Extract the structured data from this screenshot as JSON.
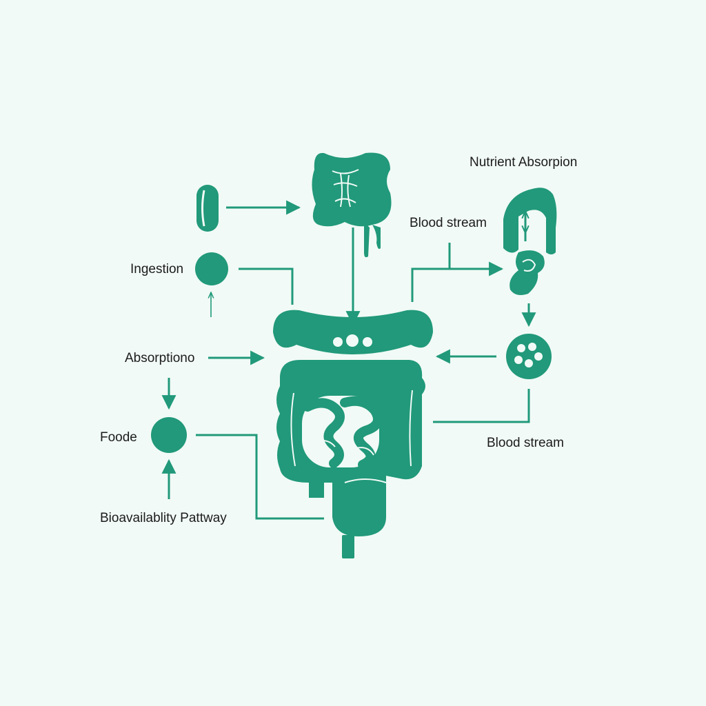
{
  "labels": {
    "nutrient_absorption": "Nutrient Absorpion",
    "blood_stream_top": "Blood stream",
    "ingestion": "Ingestion",
    "absorption": "Absorptiono",
    "foods": "Foode",
    "pathway": "Bioavailablity Pattway",
    "blood_stream_bottom": "Blood stream"
  },
  "colors": {
    "background": "#f1faf6",
    "accent": "#21997a",
    "text": "#1c1c1c"
  },
  "icons": [
    "pill-icon",
    "stomach-icon",
    "liver-icon",
    "intestine-icon",
    "cell-icon",
    "organ-icon"
  ]
}
